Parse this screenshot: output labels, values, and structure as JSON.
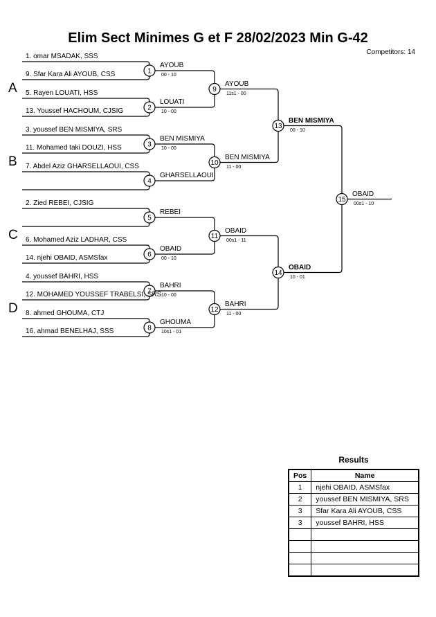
{
  "header": {
    "title": "Elim Sect Minimes G et F  28/02/2023     Min G-42",
    "competitors": "Competitors: 14"
  },
  "pools": [
    "A",
    "B",
    "C",
    "D"
  ],
  "entries": [
    "1. omar MSADAK, SSS",
    "9. Sfar Kara Ali AYOUB, CSS",
    "5. Rayen LOUATI, HSS",
    "13. Youssef HACHOUM, CJSIG",
    "3. youssef BEN MISMIYA, SRS",
    "11. Mohamed taki DOUZI, HSS",
    "7. Abdel Aziz GHARSELLAOUI, CSS",
    "",
    "2. Zied REBEI, CJSIG",
    "",
    "6. Mohamed Aziz LADHAR, CSS",
    "14. njehi OBAID, ASMSfax",
    "4. youssef BAHRI, HSS",
    "12. MOHAMED YOUSSEF TRABELSI, SRS",
    "8. ahmed GHOUMA, CTJ",
    "16. ahmad BENELHAJ, SSS"
  ],
  "matches": [
    {
      "num": "1",
      "winner": "AYOUB",
      "score": "00 - 10"
    },
    {
      "num": "2",
      "winner": "LOUATI",
      "score": "10 - 00"
    },
    {
      "num": "3",
      "winner": "BEN MISMIYA",
      "score": "10 - 00"
    },
    {
      "num": "4",
      "winner": "GHARSELLAOUI",
      "score": ""
    },
    {
      "num": "5",
      "winner": "REBEI",
      "score": ""
    },
    {
      "num": "6",
      "winner": "OBAID",
      "score": "00 - 10"
    },
    {
      "num": "7",
      "winner": "BAHRI",
      "score": "10 - 00"
    },
    {
      "num": "8",
      "winner": "GHOUMA",
      "score": "10s1 - 01"
    },
    {
      "num": "9",
      "winner": "AYOUB",
      "score": "11s1 - 00"
    },
    {
      "num": "10",
      "winner": "BEN MISMIYA",
      "score": "11 - 00"
    },
    {
      "num": "11",
      "winner": "OBAID",
      "score": "00s1 - 11"
    },
    {
      "num": "12",
      "winner": "BAHRI",
      "score": "11 - 00"
    },
    {
      "num": "13",
      "winner": "BEN MISMIYA",
      "score": "00 - 10"
    },
    {
      "num": "14",
      "winner": "OBAID",
      "score": "10 - 01"
    },
    {
      "num": "15",
      "winner": "OBAID",
      "score": "00s1 - 10"
    }
  ],
  "results": {
    "title": "Results",
    "headers": {
      "pos": "Pos",
      "name": "Name"
    },
    "rows": [
      {
        "pos": "1",
        "name": "njehi OBAID, ASMSfax"
      },
      {
        "pos": "2",
        "name": "youssef BEN MISMIYA, SRS"
      },
      {
        "pos": "3",
        "name": "Sfar Kara Ali AYOUB, CSS"
      },
      {
        "pos": "3",
        "name": "youssef BAHRI, HSS"
      },
      {
        "pos": "",
        "name": ""
      },
      {
        "pos": "",
        "name": ""
      },
      {
        "pos": "",
        "name": ""
      },
      {
        "pos": "",
        "name": ""
      }
    ]
  }
}
